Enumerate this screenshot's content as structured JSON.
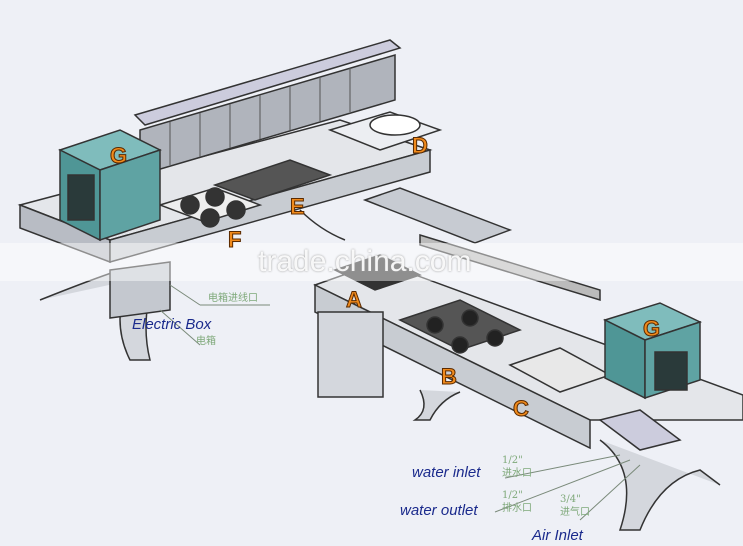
{
  "labels": {
    "electric_box": "Electric Box",
    "electric_box_cn": "电箱",
    "electric_inlet_cn": "电箱进线口",
    "water_inlet": "water inlet",
    "water_inlet_size": "1/2\"",
    "water_inlet_cn": "进水口",
    "water_outlet": "water outlet",
    "water_outlet_size": "1/2\"",
    "water_outlet_cn": "排水口",
    "air_inlet": "Air Inlet",
    "air_inlet_size": "3/4\"",
    "air_inlet_cn": "进气口"
  },
  "letters": {
    "g1": "G",
    "d": "D",
    "e": "E",
    "f": "F",
    "a": "A",
    "b": "B",
    "c": "C",
    "g2": "G"
  },
  "watermark": "trade.china.com",
  "colors": {
    "cabinet": "#5fa3a3",
    "letter": "#f08a1c",
    "label": "#1a2a8c",
    "cn": "#7fa97a",
    "line": "#333333"
  }
}
